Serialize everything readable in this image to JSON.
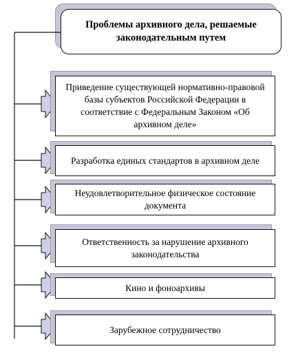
{
  "title": "Проблемы архивного дела, решаемые законодательным путем",
  "items": [
    {
      "label": "Приведение существующей нормативно-правовой базы субъектов Российской Федерации в соответствие с Федеральным Законом «Об архивном деле»"
    },
    {
      "label": "Разработка единых стандартов в архивном деле"
    },
    {
      "label": "Неудовлетворительное физическое состояние документа"
    },
    {
      "label": "Ответственность за нарушение архивного законодательства"
    },
    {
      "label": "Кино и фоноархивы"
    },
    {
      "label": "Зарубежное сотрудничество"
    }
  ],
  "colors": {
    "shadow": "#c6c6d6",
    "arrow_fill": "#cfcfe8",
    "line": "#111111"
  }
}
